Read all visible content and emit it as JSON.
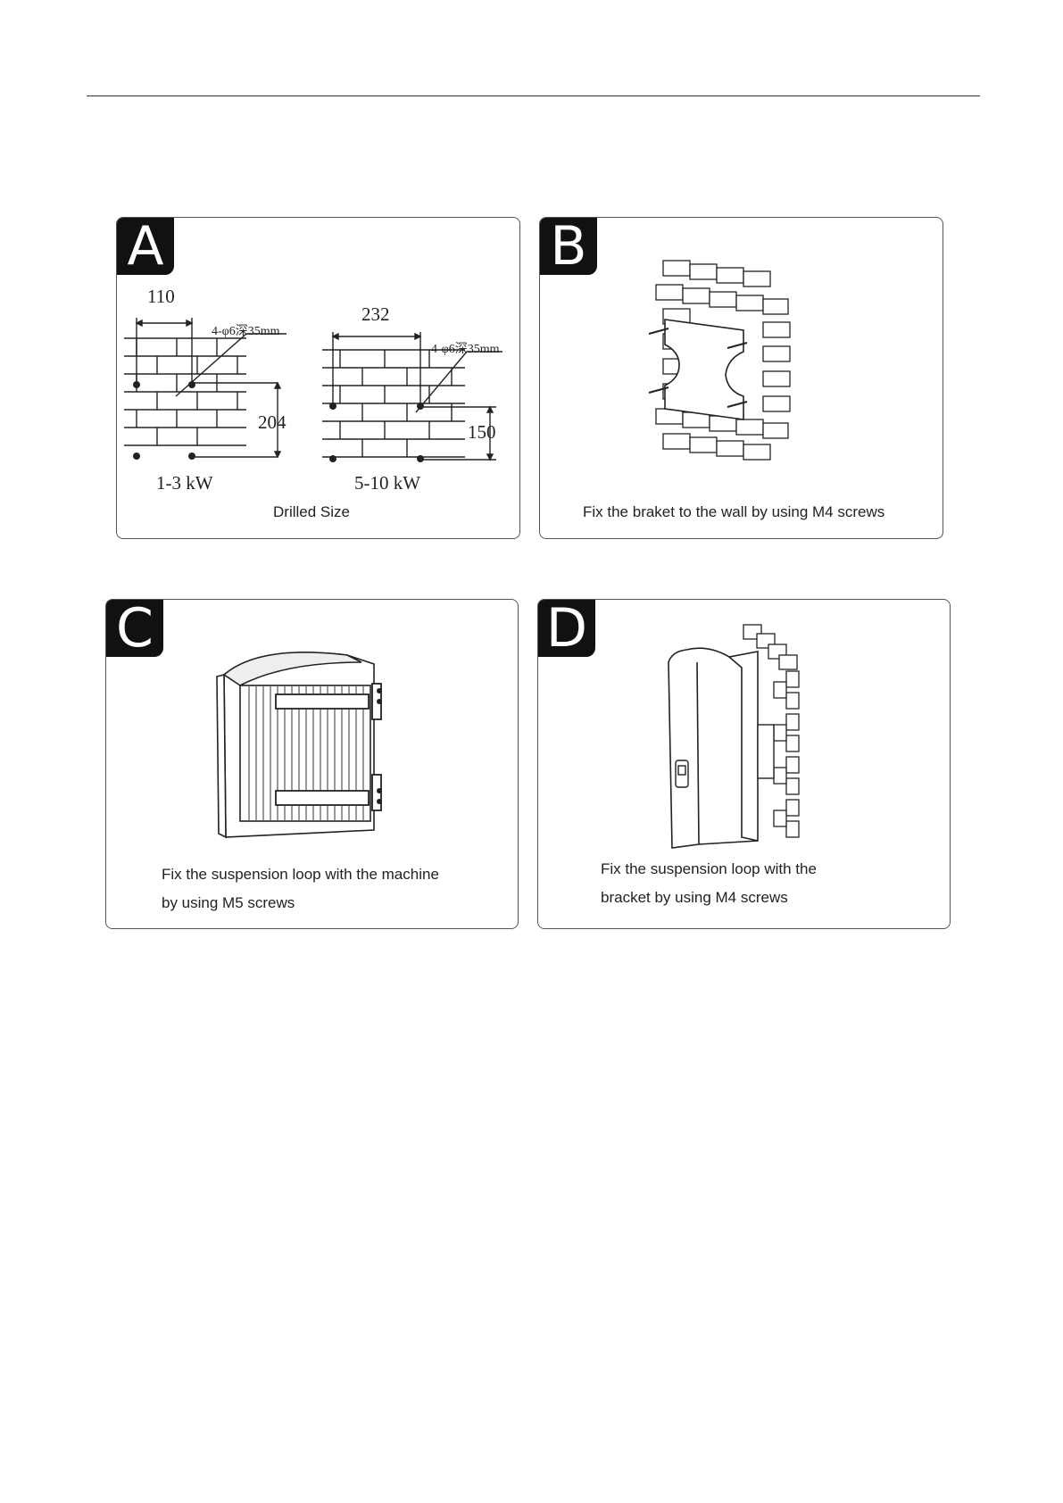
{
  "panels": {
    "a": {
      "label": "A",
      "dim_110": "110",
      "hole_spec_small": "4-φ6深35mm",
      "dim_204": "204",
      "power_small": "1-3 kW",
      "dim_232": "232",
      "hole_spec_large": "4-φ6深35mm",
      "dim_150": "150",
      "power_large": "5-10 kW",
      "caption": "Drilled Size"
    },
    "b": {
      "label": "B",
      "caption": "Fix the braket to the wall by using M4 screws"
    },
    "c": {
      "label": "C",
      "caption_line1": "Fix the suspension loop with the machine",
      "caption_line2": "by using M5 screws"
    },
    "d": {
      "label": "D",
      "caption_line1": "Fix the suspension loop with the",
      "caption_line2": "bracket by using M4 screws"
    }
  }
}
